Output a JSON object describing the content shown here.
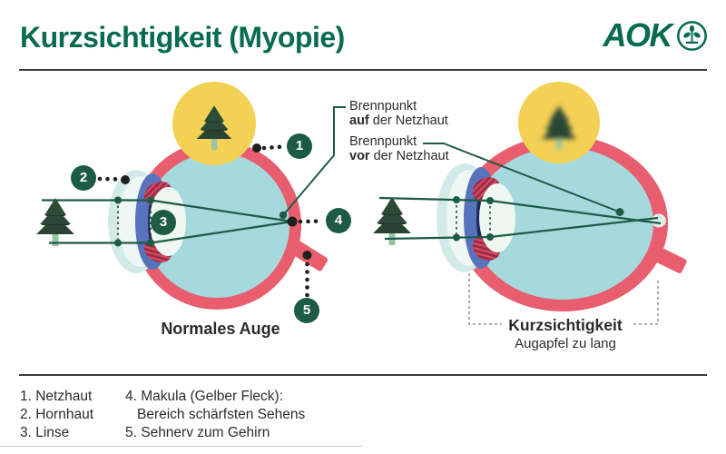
{
  "header": {
    "title": "Kurzsichtigkeit (Myopie)",
    "logo_text": "AOK"
  },
  "labels": {
    "focal_on": {
      "title": "Brennpunkt",
      "bold": "auf",
      "rest": "der Netzhaut"
    },
    "focal_before": {
      "title": "Brennpunkt",
      "bold": "vor",
      "rest": "der Netzhaut"
    },
    "normal_eye_caption": "Normales Auge",
    "myopia_caption_title": "Kurzsichtigkeit",
    "myopia_caption_sub": "Augapfel zu lang"
  },
  "badges": [
    "1",
    "2",
    "3",
    "4",
    "5"
  ],
  "legend": {
    "item1": "1. Netzhaut",
    "item2": "2. Hornhaut",
    "item3": "3. Linse",
    "item4_line1": "4. Makula (Gelber Fleck):",
    "item4_line2": "Bereich schärfsten Sehens",
    "item5": "5. Sehnerv zum Gehirn"
  },
  "colors": {
    "brand_green": "#076b4f",
    "diagram_green": "#1d5b45",
    "eye_red": "#e85e6e",
    "eye_interior_blue": "#a6d9de",
    "cornea_pale": "#d2ebe9",
    "iris_blue": "#5873bc",
    "iris_navy": "#1c2a5e",
    "ciliary_red": "#9d2a44",
    "highlight_yellow": "#f3d155",
    "tree_green": "#2a4434",
    "text_dark": "#2b2b2b"
  }
}
